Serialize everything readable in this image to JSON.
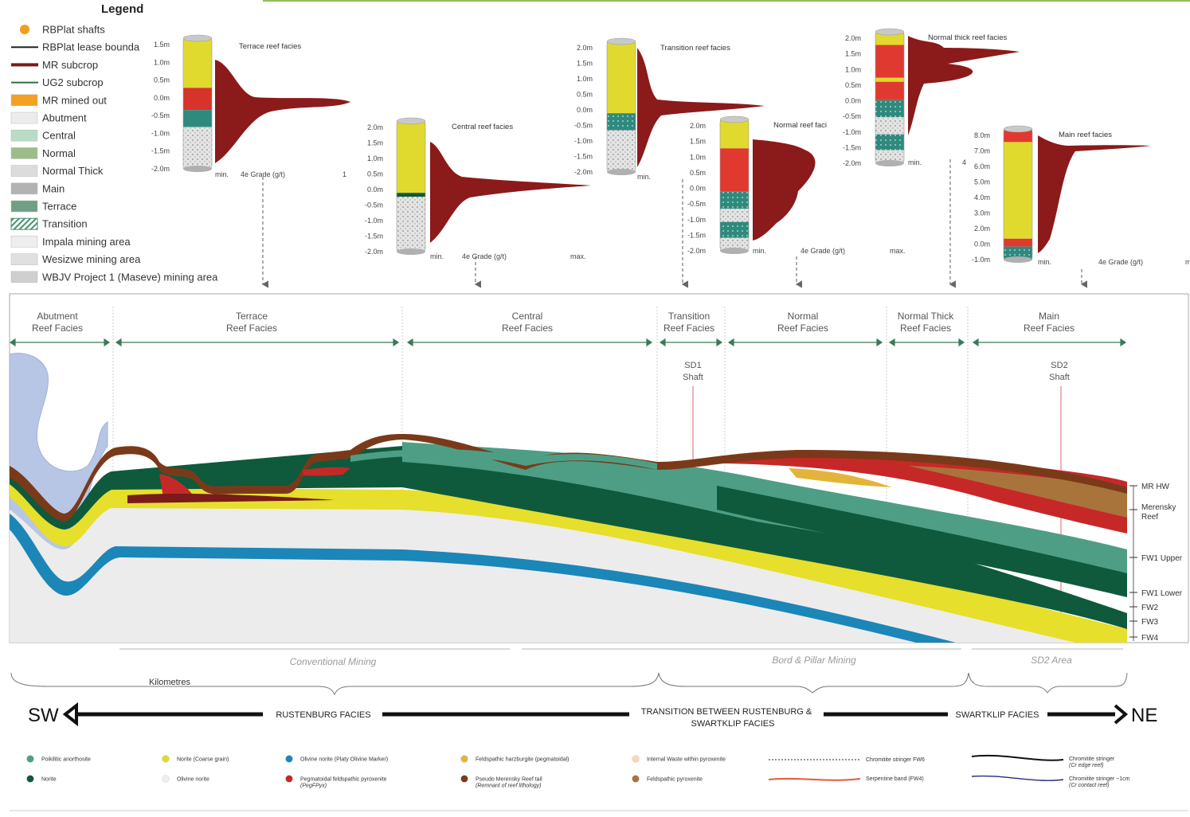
{
  "legend": {
    "title": "Legend",
    "items": [
      {
        "label": "RBPlat shafts",
        "kind": "dot",
        "color": "#f39c1f"
      },
      {
        "label": "RBPlat lease bounda",
        "kind": "line",
        "color": "#222222"
      },
      {
        "label": "MR subcrop",
        "kind": "line",
        "color": "#7a1a1a"
      },
      {
        "label": "UG2 subcrop",
        "kind": "line",
        "color": "#2e6e44"
      },
      {
        "label": "MR mined out",
        "kind": "box",
        "color": "#f5a021"
      },
      {
        "label": "Abutment",
        "kind": "box",
        "color": "#ececec"
      },
      {
        "label": "Central",
        "kind": "box",
        "color": "#b9dcc6"
      },
      {
        "label": "Normal",
        "kind": "box",
        "color": "#9cbd8a"
      },
      {
        "label": "Normal Thick",
        "kind": "box",
        "color": "#dcdcdc"
      },
      {
        "label": "Main",
        "kind": "box",
        "color": "#b3b3b3"
      },
      {
        "label": "Terrace",
        "kind": "box",
        "color": "#6f9f85"
      },
      {
        "label": "Transition",
        "kind": "hatch",
        "color": "#4a9070"
      },
      {
        "label": "Impala mining area",
        "kind": "box",
        "color": "#eeeeee"
      },
      {
        "label": "Wesizwe mining area",
        "kind": "box",
        "color": "#e0e0e0"
      },
      {
        "label": "WBJV Project 1 (Maseve) mining area",
        "kind": "box",
        "color": "#cfcfcf"
      }
    ]
  },
  "columns": [
    {
      "title": "Terrace reef facies",
      "ticks": [
        "1.5m",
        "1.0m",
        "0.5m",
        "0.0m",
        "-0.5m",
        "-1.0m",
        "-1.5m",
        "-2.0m"
      ],
      "xmin": "min.",
      "xlabel": "4e Grade (g/t)",
      "xmax": "1"
    },
    {
      "title": "Central reef facies",
      "ticks": [
        "2.0m",
        "1.5m",
        "1.0m",
        "0.5m",
        "0.0m",
        "-0.5m",
        "-1.0m",
        "-1.5m",
        "-2.0m"
      ],
      "xmin": "min.",
      "xlabel": "4e Grade (g/t)",
      "xmax": "max."
    },
    {
      "title": "Transition reef facies",
      "ticks": [
        "2.0m",
        "1.5m",
        "1.0m",
        "0.5m",
        "0.0m",
        "-0.5m",
        "-1.0m",
        "-1.5m",
        "-2.0m"
      ],
      "xmin": "min.",
      "xlabel": "",
      "xmax": ""
    },
    {
      "title": "Normal reef faci",
      "ticks": [
        "2.0m",
        "1.5m",
        "1.0m",
        "0.5m",
        "0.0m",
        "-0.5m",
        "-1.0m",
        "-1.5m",
        "-2.0m"
      ],
      "xmin": "min.",
      "xlabel": "4e Grade (g/t)",
      "xmax": "max."
    },
    {
      "title": "Normal thick reef facies",
      "ticks": [
        "2.0m",
        "1.5m",
        "1.0m",
        "0.5m",
        "0.0m",
        "-0.5m",
        "-1.0m",
        "-1.5m",
        "-2.0m"
      ],
      "xmin": "min.",
      "xlabel": "",
      "xmax": "4"
    },
    {
      "title": "Main reef facies",
      "ticks": [
        "8.0m",
        "7.0m",
        "6.0m",
        "5.0m",
        "4.0m",
        "3.0m",
        "2.0m",
        "0.0m",
        "-1.0m"
      ],
      "xmin": "min.",
      "xlabel": "4e Grade (g/t)",
      "xmax": "ma"
    }
  ],
  "facies_headers": [
    {
      "line1": "Abutment",
      "line2": "Reef Facies"
    },
    {
      "line1": "Terrace",
      "line2": "Reef Facies"
    },
    {
      "line1": "Central",
      "line2": "Reef Facies"
    },
    {
      "line1": "Transition",
      "line2": "Reef Facies"
    },
    {
      "line1": "Normal",
      "line2": "Reef Facies"
    },
    {
      "line1": "Normal Thick",
      "line2": "Reef Facies"
    },
    {
      "line1": "Main",
      "line2": "Reef Facies"
    }
  ],
  "shafts": [
    {
      "line1": "SD1",
      "line2": "Shaft"
    },
    {
      "line1": "SD2",
      "line2": "Shaft"
    }
  ],
  "layer_labels": [
    "MR HW",
    "Merensky",
    "Reef",
    "FW1 Upper",
    "FW1 Lower",
    "FW2",
    "FW3",
    "FW4"
  ],
  "mining": [
    "Conventional Mining",
    "Bord & Pillar Mining",
    "SD2 Area"
  ],
  "scale_label": "Kilometres",
  "direction": {
    "left": "SW",
    "right": "NE",
    "rustenburg": "RUSTENBURG FACIES",
    "transition_line1": "TRANSITION BETWEEN RUSTENBURG &",
    "transition_line2": "SWARTKLIP FACIES",
    "swartklip": "SWARTKLIP FACIES"
  },
  "rock_key": [
    {
      "label": "Poikilitic anorthosite",
      "sub": "",
      "color": "#4e9e86"
    },
    {
      "label": "Norite (Coarse grain)",
      "sub": "",
      "color": "#e0da2e"
    },
    {
      "label": "Olivine norite (Platy Olivine Marker)",
      "sub": "",
      "color": "#1b86b8"
    },
    {
      "label": "Feldspathic harzburgite (pegmatoidal)",
      "sub": "",
      "color": "#e3b43a"
    },
    {
      "label": "Internal Waste within pyroxenite",
      "sub": "",
      "color": "#f7d6b3"
    },
    {
      "label": "Norite",
      "sub": "",
      "color": "#0f5a3c"
    },
    {
      "label": "Olivine norite",
      "sub": "",
      "color": "#eeeeee"
    },
    {
      "label": "Pegmatoidal feldspathic pyroxenite",
      "sub": "(PegFPyx)",
      "color": "#c62828"
    },
    {
      "label": "Pseudo Merensky Reef tail",
      "sub": "(Remnant of reef lithology)",
      "color": "#7a3a1a"
    },
    {
      "label": "Feldspathic pyroxenite",
      "sub": "",
      "color": "#a8743c"
    }
  ],
  "line_key": [
    {
      "label": "Chromitite stringer FW6",
      "sub": ""
    },
    {
      "label": "Serpentine band (FW4)",
      "sub": ""
    },
    {
      "label": "Chromitite stringer",
      "sub": "(Cr edge reef)"
    },
    {
      "label": "Chromitite stringer ~1cm",
      "sub": "(Cr contact reef)"
    }
  ]
}
